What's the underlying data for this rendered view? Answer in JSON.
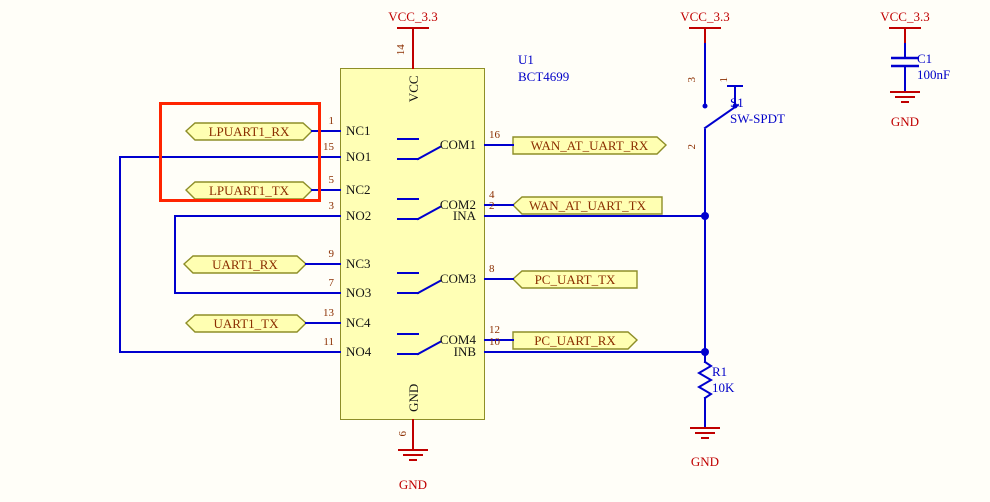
{
  "colors": {
    "wire": "#0000CE",
    "symbol_fill": "#FFFFB5",
    "symbol_outline": "#8E8E28",
    "power": "#C00000",
    "pin_number": "#8B2E00",
    "designator": "#0000C8",
    "highlight": "#FF2400",
    "background": "#FFFEF8"
  },
  "chip": {
    "designator": "U1",
    "value": "BCT4699",
    "top_pin": {
      "num": "14",
      "name": "VCC"
    },
    "bottom_pin": {
      "num": "6",
      "name": "GND"
    },
    "left_pins": [
      {
        "num": "1",
        "name": "NC1"
      },
      {
        "num": "15",
        "name": "NO1"
      },
      {
        "num": "5",
        "name": "NC2"
      },
      {
        "num": "3",
        "name": "NO2"
      },
      {
        "num": "9",
        "name": "NC3"
      },
      {
        "num": "7",
        "name": "NO3"
      },
      {
        "num": "13",
        "name": "NC4"
      },
      {
        "num": "11",
        "name": "NO4"
      }
    ],
    "right_pins": [
      {
        "num": "16",
        "name": "COM1"
      },
      {
        "num": "4",
        "name": "COM2"
      },
      {
        "num": "2",
        "name": "INA"
      },
      {
        "num": "8",
        "name": "COM3"
      },
      {
        "num": "12",
        "name": "COM4"
      },
      {
        "num": "10",
        "name": "INB"
      }
    ]
  },
  "ports": {
    "left": [
      {
        "label": "LPUART1_RX"
      },
      {
        "label": "LPUART1_TX"
      },
      {
        "label": "UART1_RX"
      },
      {
        "label": "UART1_TX"
      }
    ],
    "right": [
      {
        "label": "WAN_AT_UART_RX"
      },
      {
        "label": "WAN_AT_UART_TX"
      },
      {
        "label": "PC_UART_TX"
      },
      {
        "label": "PC_UART_RX"
      }
    ]
  },
  "switch": {
    "designator": "S1",
    "value": "SW-SPDT",
    "pin_top_left": "3",
    "pin_top_right": "1",
    "pin_bottom": "2"
  },
  "resistor": {
    "designator": "R1",
    "value": "10K"
  },
  "capacitor": {
    "designator": "C1",
    "value": "100nF"
  },
  "power_nets": {
    "vcc": "VCC_3.3",
    "gnd": "GND"
  }
}
